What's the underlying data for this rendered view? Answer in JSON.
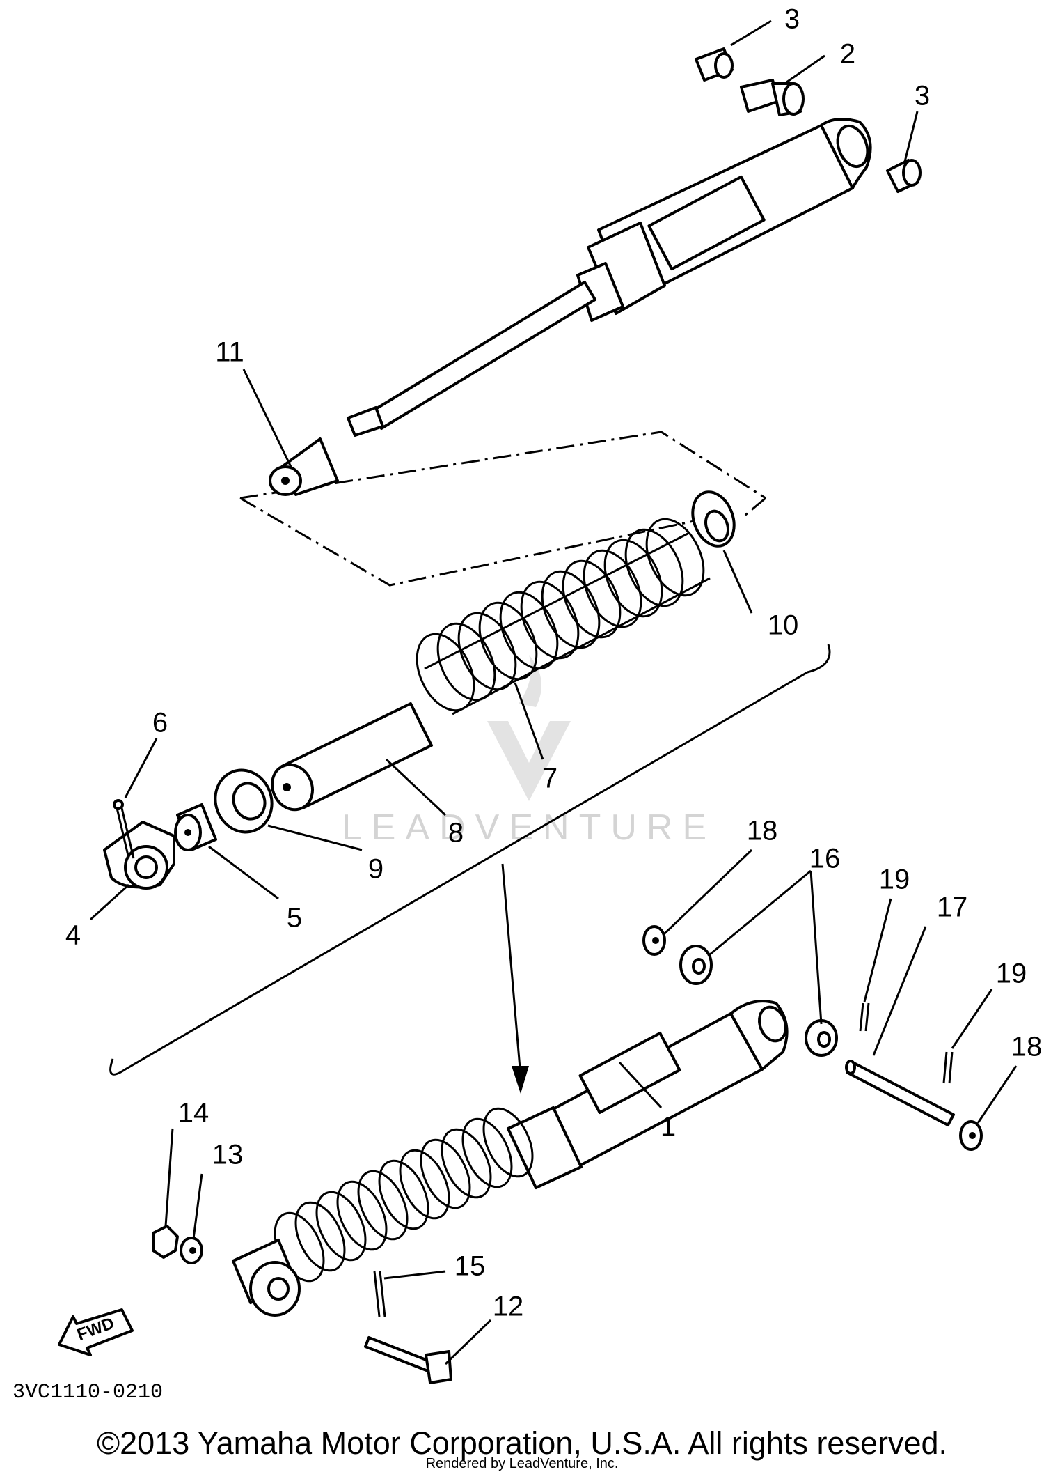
{
  "diagram": {
    "callouts": [
      {
        "id": "1",
        "label": "1"
      },
      {
        "id": "2",
        "label": "2"
      },
      {
        "id": "3a",
        "label": "3"
      },
      {
        "id": "3b",
        "label": "3"
      },
      {
        "id": "4",
        "label": "4"
      },
      {
        "id": "5",
        "label": "5"
      },
      {
        "id": "6",
        "label": "6"
      },
      {
        "id": "7",
        "label": "7"
      },
      {
        "id": "8",
        "label": "8"
      },
      {
        "id": "9",
        "label": "9"
      },
      {
        "id": "10",
        "label": "10"
      },
      {
        "id": "11",
        "label": "11"
      },
      {
        "id": "12",
        "label": "12"
      },
      {
        "id": "13",
        "label": "13"
      },
      {
        "id": "14",
        "label": "14"
      },
      {
        "id": "15",
        "label": "15"
      },
      {
        "id": "16",
        "label": "16"
      },
      {
        "id": "17",
        "label": "17"
      },
      {
        "id": "18a",
        "label": "18"
      },
      {
        "id": "18b",
        "label": "18"
      },
      {
        "id": "19a",
        "label": "19"
      },
      {
        "id": "19b",
        "label": "19"
      }
    ],
    "fwd_label": "FWD",
    "watermark": "LEADVENTURE",
    "diagram_code": "3VC1110-0210"
  },
  "footer": {
    "copyright": "©2013 Yamaha Motor Corporation, U.S.A. All rights reserved.",
    "rendered_by": "Rendered by LeadVenture, Inc."
  }
}
